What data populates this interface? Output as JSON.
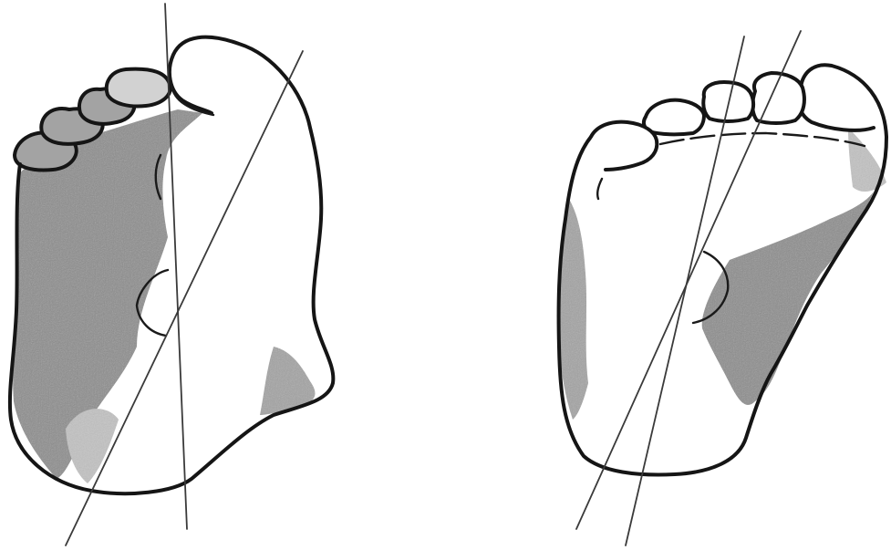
{
  "diagram": {
    "figures": [
      {
        "id": "left-foot",
        "view": "plantar",
        "axis_lines": 2,
        "toes": 5
      },
      {
        "id": "right-foot",
        "view": "plantar",
        "axis_lines": 2,
        "toes": 5
      }
    ],
    "colors": {
      "ink": "#151515",
      "shading": "#8c8c8c",
      "axis": "#3a3a3a",
      "background": "#ffffff"
    }
  }
}
